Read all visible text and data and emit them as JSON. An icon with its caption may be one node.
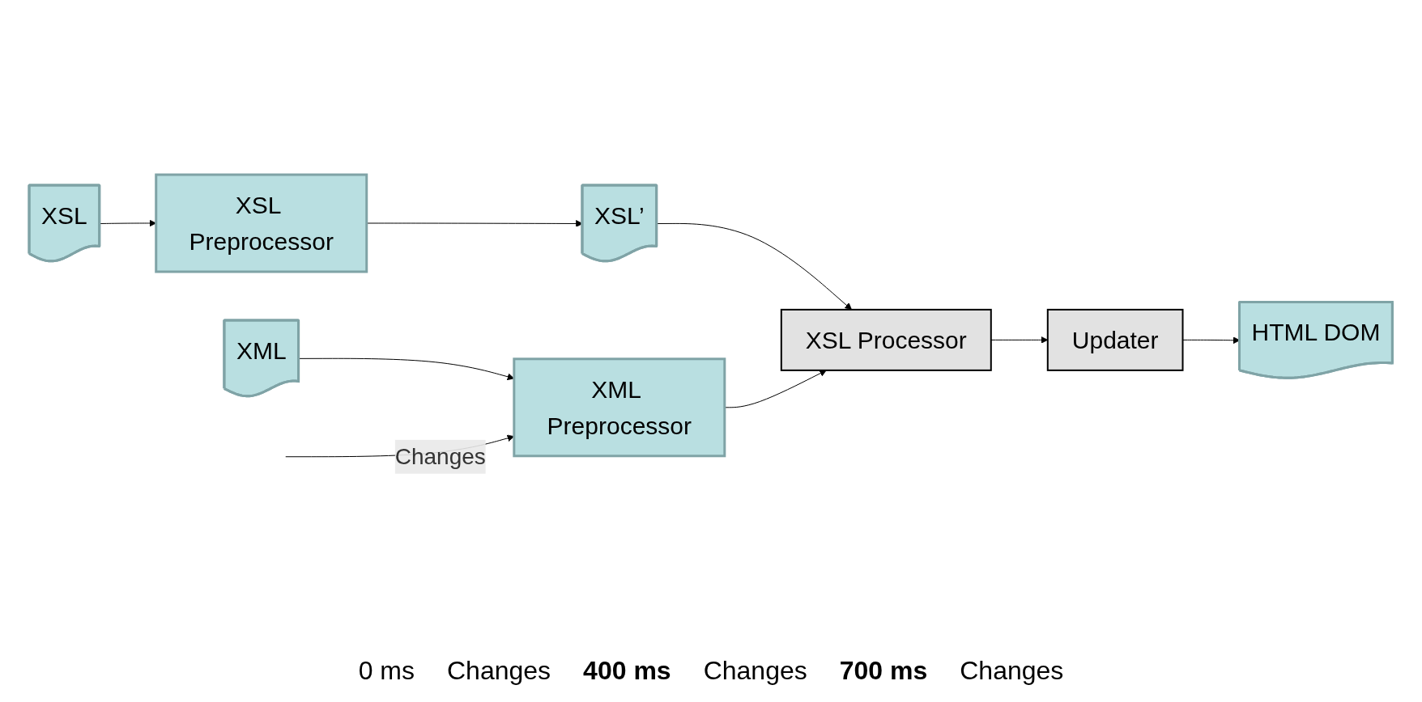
{
  "diagram": {
    "nodes": [
      {
        "text": [
          "XSL"
        ]
      },
      {
        "text": [
          "XSL Preprocessor"
        ]
      },
      {
        "text": [
          "XSL’"
        ]
      },
      {
        "text": [
          "XML"
        ]
      },
      {
        "text": [
          "XML Preprocessor"
        ]
      },
      {
        "text": [
          "XSL Processor"
        ]
      },
      {
        "text": [
          "Updater"
        ]
      },
      {
        "text": [
          "HTML DOM"
        ]
      }
    ],
    "edges": [
      {
        "from": 0,
        "to": 1,
        "arrow": "to"
      },
      {
        "from": 1,
        "to": 2,
        "arrow": "to"
      },
      {
        "from": 2,
        "to": 5,
        "arrow": "to"
      },
      {
        "from": 3,
        "to": 4,
        "arrow": "to"
      },
      {
        "from": 4,
        "to": 5,
        "arrow": "to"
      },
      {
        "from": 5,
        "to": 6,
        "arrow": "to"
      },
      {
        "from": 6,
        "to": 7,
        "arrow": "to"
      },
      {
        "from": null,
        "to": 4,
        "arrow": "to",
        "label": "Changes"
      }
    ],
    "labels": [
      "0 ms",
      "Changes",
      "400 ms",
      "Changes",
      "700 ms",
      "Changes"
    ]
  }
}
